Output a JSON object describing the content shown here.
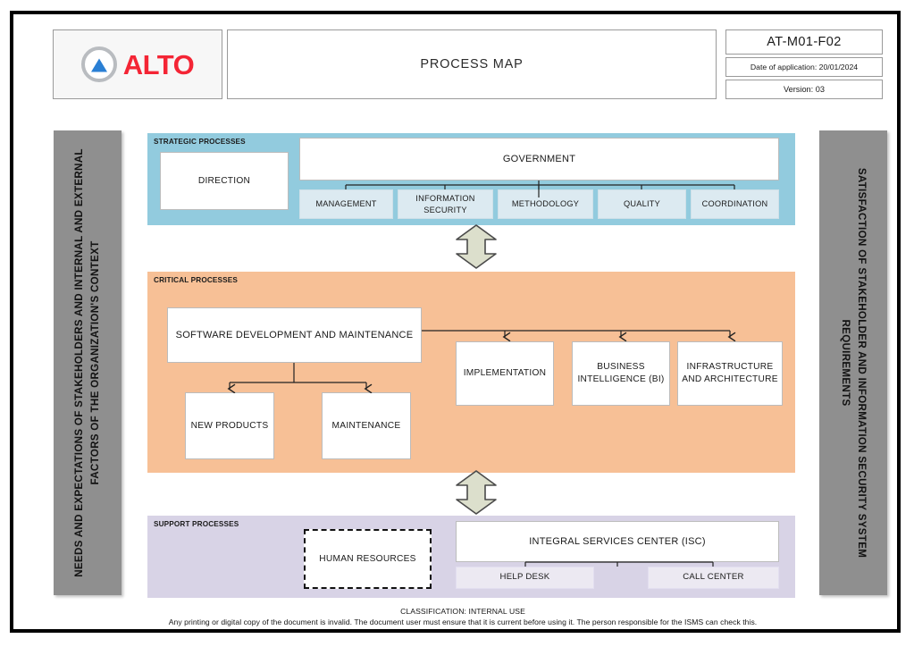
{
  "header": {
    "logo": {
      "mark_icon": "alto-triangle-circle-icon",
      "wordmark": "ALTO",
      "mark_color": "#2a7fd4",
      "ring_color": "#b9bcc0",
      "wordmark_color": "#f42535"
    },
    "title": "PROCESS MAP",
    "document_code": "AT-M01-F02",
    "date_of_application": "Date of application: 20/01/2024",
    "version": "Version: 03"
  },
  "sidebars": {
    "left": "NEEDS AND EXPECTATIONS OF STAKEHOLDERS AND INTERNAL AND EXTERNAL FACTORS OF THE ORGANIZATION'S CONTEXT",
    "right": "SATISFACTION OF STAKEHOLDER AND INFORMATION SECURITY SYSTEM REQUIREMENTS",
    "color": "#8f8f8f"
  },
  "bands": {
    "strategic": {
      "label": "STRATEGIC PROCESSES",
      "color": "#92cbde",
      "direction": "DIRECTION",
      "government": "GOVERNMENT",
      "sub_processes": [
        "MANAGEMENT",
        "INFORMATION SECURITY",
        "METHODOLOGY",
        "QUALITY",
        "COORDINATION"
      ]
    },
    "critical": {
      "label": "CRITICAL PROCESSES",
      "color": "#f7c096",
      "main": "SOFTWARE DEVELOPMENT AND MAINTENANCE",
      "children_below": [
        "NEW PRODUCTS",
        "MAINTENANCE"
      ],
      "children_right": [
        "IMPLEMENTATION",
        "BUSINESS INTELLIGENCE (BI)",
        "INFRASTRUCTURE AND ARCHITECTURE"
      ]
    },
    "support": {
      "label": "SUPPORT PROCESSES",
      "color": "#d8d3e6",
      "human_resources": "HUMAN RESOURCES",
      "isc": "INTEGRAL SERVICES CENTER (ISC)",
      "isc_children": [
        "HELP DESK",
        "CALL CENTER"
      ]
    }
  },
  "connectors": {
    "arrow_color": "#dcdfcc",
    "arrow_stroke": "#4a4a4a",
    "arrow_top_icon": "double-headed-vertical-arrow-icon",
    "arrow_bottom_icon": "double-headed-vertical-arrow-icon"
  },
  "footer": {
    "classification": "CLASSIFICATION: INTERNAL USE",
    "disclaimer": "Any printing or digital copy of the document is invalid. The document user must ensure that it is current before using it. The person responsible for the ISMS can check this."
  }
}
